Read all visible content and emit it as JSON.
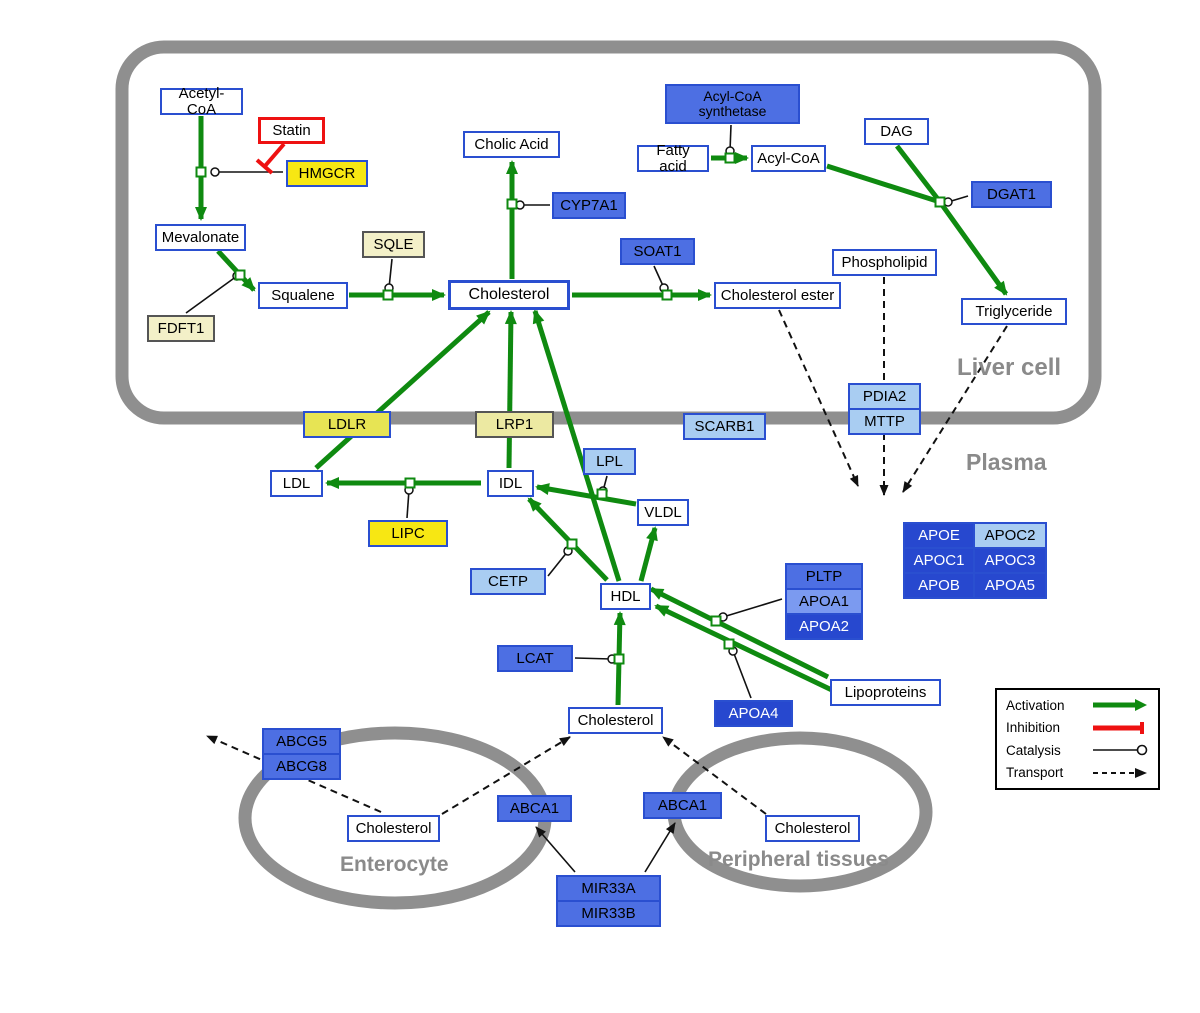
{
  "compartments": {
    "liver": "Liver cell",
    "plasma": "Plasma",
    "enterocyte": "Enterocyte",
    "peripheral": "Peripheral tissues"
  },
  "legend": {
    "activation": "Activation",
    "inhibition": "Inhibition",
    "catalysis": "Catalysis",
    "transport": "Transport"
  },
  "colors": {
    "activation_green": "#0f8a10",
    "inhibition_red": "#ee1111",
    "metabolite_border_blue": "#2a4fd0",
    "gene_yellow": "#f7e713",
    "gene_pale_yellow": "#f3f0c8",
    "gene_blue": "#4d6fe3",
    "gene_dark_blue": "#2748cf",
    "gene_light_blue": "#a9cdf2",
    "compartment_gray": "#8f8f8f"
  },
  "nodes": {
    "acetyl_coa": "Acetyl-CoA",
    "statin": "Statin",
    "hmgcr": "HMGCR",
    "mevalonate": "Mevalonate",
    "sqle": "SQLE",
    "fdft1": "FDFT1",
    "squalene": "Squalene",
    "cholesterol_liver": "Cholesterol",
    "cholic_acid": "Cholic Acid",
    "cyp7a1": "CYP7A1",
    "soat1": "SOAT1",
    "cholesterol_ester": "Cholesterol ester",
    "acyl_coa_synthetase": "Acyl-CoA synthetase",
    "fatty_acid": "Fatty acid",
    "acyl_coa": "Acyl-CoA",
    "dag": "DAG",
    "dgat1": "DGAT1",
    "phospholipid": "Phospholipid",
    "triglyceride": "Triglyceride",
    "pdia2": "PDIA2",
    "mttp": "MTTP",
    "ldlr": "LDLR",
    "lrp1": "LRP1",
    "scarb1": "SCARB1",
    "ldl": "LDL",
    "idl": "IDL",
    "lipc": "LIPC",
    "lpl": "LPL",
    "vldl": "VLDL",
    "cetp": "CETP",
    "hdl": "HDL",
    "pltp": "PLTP",
    "apoa1": "APOA1",
    "apoa2": "APOA2",
    "apoe": "APOE",
    "apoc2": "APOC2",
    "apoc1": "APOC1",
    "apoc3": "APOC3",
    "apob": "APOB",
    "apoa5": "APOA5",
    "lcat": "LCAT",
    "apoa4": "APOA4",
    "lipoproteins": "Lipoproteins",
    "cholesterol_plasma": "Cholesterol",
    "abcg5": "ABCG5",
    "abcg8": "ABCG8",
    "cholesterol_enterocyte": "Cholesterol",
    "abca1_left": "ABCA1",
    "abca1_right": "ABCA1",
    "cholesterol_peripheral": "Cholesterol",
    "mir33a": "MIR33A",
    "mir33b": "MIR33B"
  }
}
